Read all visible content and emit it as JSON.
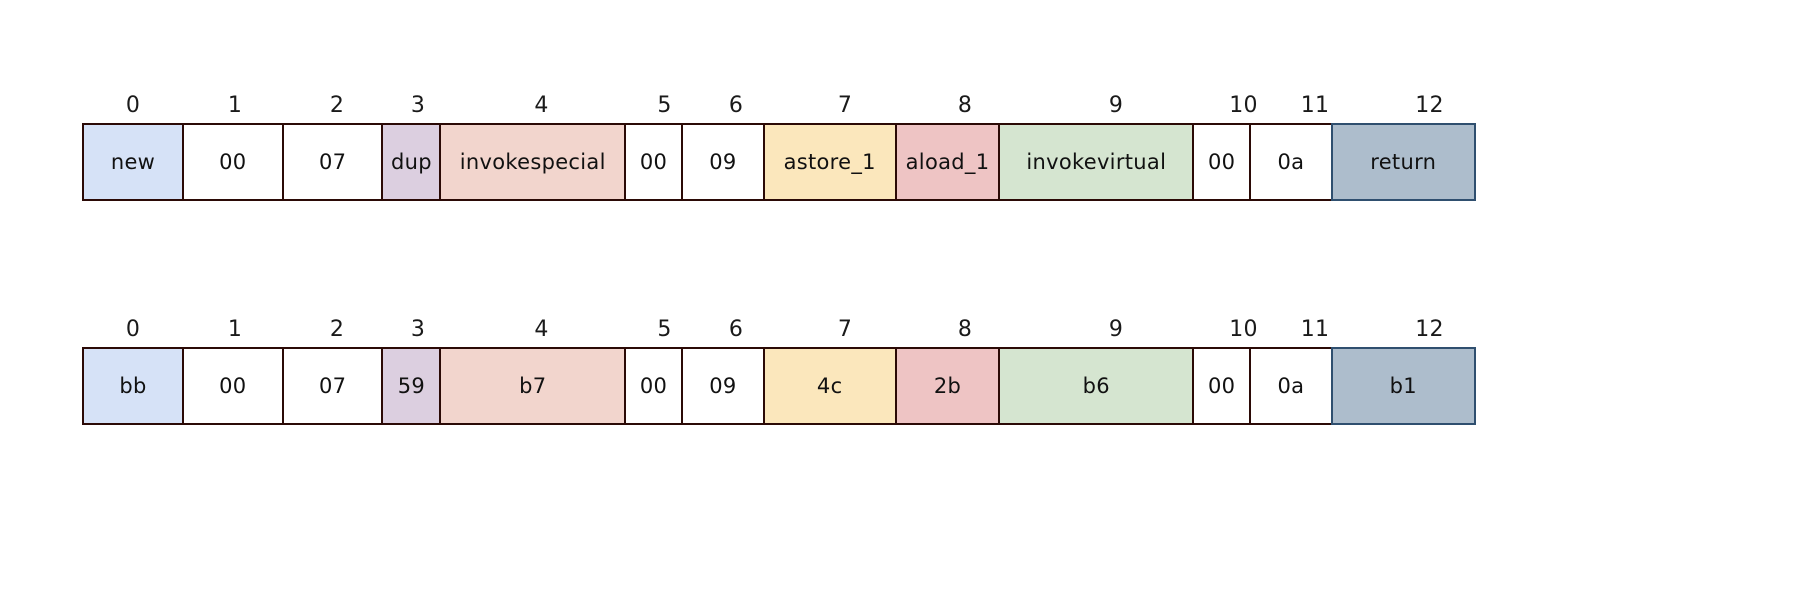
{
  "figure": {
    "title": "",
    "background_color": "#ffffff",
    "default_border_color": "#2b0a06",
    "accent_border_color": "#2f4f6f"
  },
  "tables": [
    {
      "name": "mnemonic-row",
      "indices": [
        "0",
        "1",
        "2",
        "3",
        "4",
        "5",
        "6",
        "7",
        "8",
        "9",
        "10",
        "11",
        "12"
      ],
      "cells": [
        {
          "index": "0",
          "text": "new",
          "fill": "#d6e2f7",
          "border": "#2b0a06",
          "width": 102
        },
        {
          "index": "1",
          "text": "00",
          "fill": "#ffffff",
          "border": "#2b0a06",
          "width": 102
        },
        {
          "index": "2",
          "text": "07",
          "fill": "#ffffff",
          "border": "#2b0a06",
          "width": 102
        },
        {
          "index": "3",
          "text": "dup",
          "fill": "#dccfe0",
          "border": "#2b0a06",
          "width": 60
        },
        {
          "index": "4",
          "text": "invokespecial",
          "fill": "#f2d5cd",
          "border": "#2b0a06",
          "width": 187
        },
        {
          "index": "5",
          "text": "00",
          "fill": "#ffffff",
          "border": "#2b0a06",
          "width": 59
        },
        {
          "index": "6",
          "text": "09",
          "fill": "#ffffff",
          "border": "#2b0a06",
          "width": 84
        },
        {
          "index": "7",
          "text": "astore_1",
          "fill": "#fbe7bc",
          "border": "#2b0a06",
          "width": 134
        },
        {
          "index": "8",
          "text": "aload_1",
          "fill": "#eec4c4",
          "border": "#2b0a06",
          "width": 106
        },
        {
          "index": "9",
          "text": "invokevirtual",
          "fill": "#d5e5d0",
          "border": "#2b0a06",
          "width": 196
        },
        {
          "index": "10",
          "text": "00",
          "fill": "#ffffff",
          "border": "#2b0a06",
          "width": 59
        },
        {
          "index": "11",
          "text": "0a",
          "fill": "#ffffff",
          "border": "#2b0a06",
          "width": 84
        },
        {
          "index": "12",
          "text": "return",
          "fill": "#adbdcc",
          "border": "#2f4f6f",
          "width": 145
        }
      ]
    },
    {
      "name": "opcode-row",
      "indices": [
        "0",
        "1",
        "2",
        "3",
        "4",
        "5",
        "6",
        "7",
        "8",
        "9",
        "10",
        "11",
        "12"
      ],
      "cells": [
        {
          "index": "0",
          "text": "bb",
          "fill": "#d6e2f7",
          "border": "#2b0a06",
          "width": 102
        },
        {
          "index": "1",
          "text": "00",
          "fill": "#ffffff",
          "border": "#2b0a06",
          "width": 102
        },
        {
          "index": "2",
          "text": "07",
          "fill": "#ffffff",
          "border": "#2b0a06",
          "width": 102
        },
        {
          "index": "3",
          "text": "59",
          "fill": "#dccfe0",
          "border": "#2b0a06",
          "width": 60
        },
        {
          "index": "4",
          "text": "b7",
          "fill": "#f2d5cd",
          "border": "#2b0a06",
          "width": 187
        },
        {
          "index": "5",
          "text": "00",
          "fill": "#ffffff",
          "border": "#2b0a06",
          "width": 59
        },
        {
          "index": "6",
          "text": "09",
          "fill": "#ffffff",
          "border": "#2b0a06",
          "width": 84
        },
        {
          "index": "7",
          "text": "4c",
          "fill": "#fbe7bc",
          "border": "#2b0a06",
          "width": 134
        },
        {
          "index": "8",
          "text": "2b",
          "fill": "#eec4c4",
          "border": "#2b0a06",
          "width": 106
        },
        {
          "index": "9",
          "text": "b6",
          "fill": "#d5e5d0",
          "border": "#2b0a06",
          "width": 196
        },
        {
          "index": "10",
          "text": "00",
          "fill": "#ffffff",
          "border": "#2b0a06",
          "width": 59
        },
        {
          "index": "11",
          "text": "0a",
          "fill": "#ffffff",
          "border": "#2b0a06",
          "width": 84
        },
        {
          "index": "12",
          "text": "b1",
          "fill": "#adbdcc",
          "border": "#2f4f6f",
          "width": 145
        }
      ]
    }
  ]
}
